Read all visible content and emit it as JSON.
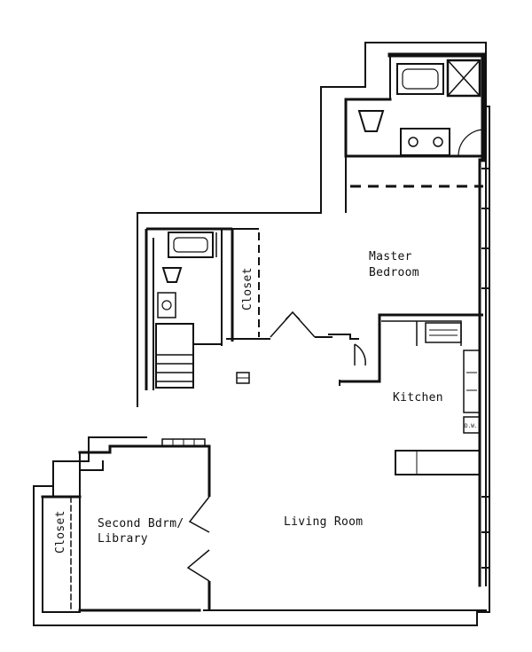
{
  "rooms": {
    "master_bedroom": {
      "line1": "Master",
      "line2": "Bedroom"
    },
    "closet_master": "Closet",
    "kitchen": "Kitchen",
    "second_bedroom": {
      "line1": "Second Bdrm/",
      "line2": "Library"
    },
    "closet_second": "Closet",
    "living_room": "Living Room"
  },
  "appliances": {
    "dishwasher": "D.W."
  },
  "colors": {
    "ink": "#111111",
    "paper": "#ffffff"
  }
}
